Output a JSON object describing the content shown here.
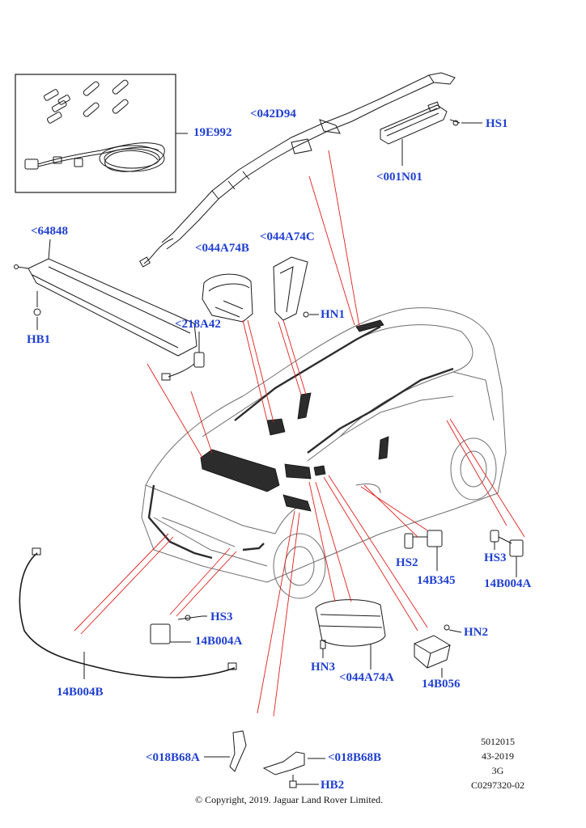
{
  "labels": {
    "l19e992": "19E992",
    "l042d94": "<042D94",
    "lhs1": "HS1",
    "l001n01": "<001N01",
    "l64848": "<64848",
    "l044a74b": "<044A74B",
    "l044a74c": "<044A74C",
    "lhn1": "HN1",
    "lhb1": "HB1",
    "l218a42": "<218A42",
    "lhs2": "HS2",
    "l14b345": "14B345",
    "lhs3r": "HS3",
    "l14b004ar": "14B004A",
    "lhs3l": "HS3",
    "l14b004al": "14B004A",
    "lhn2": "HN2",
    "lhn3": "HN3",
    "l044a74a": "<044A74A",
    "l14b056": "14B056",
    "l14b004b": "14B004B",
    "l018b68a_left": "<018B68A",
    "l018b68b": "<018B68B",
    "lhb2": "HB2"
  },
  "meta": {
    "ref1": "5012015",
    "ref2": "43-2019",
    "ref3": "3G",
    "ref4": "C0297320-02",
    "copyright": "© Copyright, 2019. Jaguar Land Rover Limited."
  },
  "colors": {
    "label": "#1f3fd1",
    "leader": "#e0201c",
    "ink": "#1a1a1a",
    "body": "#6e6e6e"
  }
}
